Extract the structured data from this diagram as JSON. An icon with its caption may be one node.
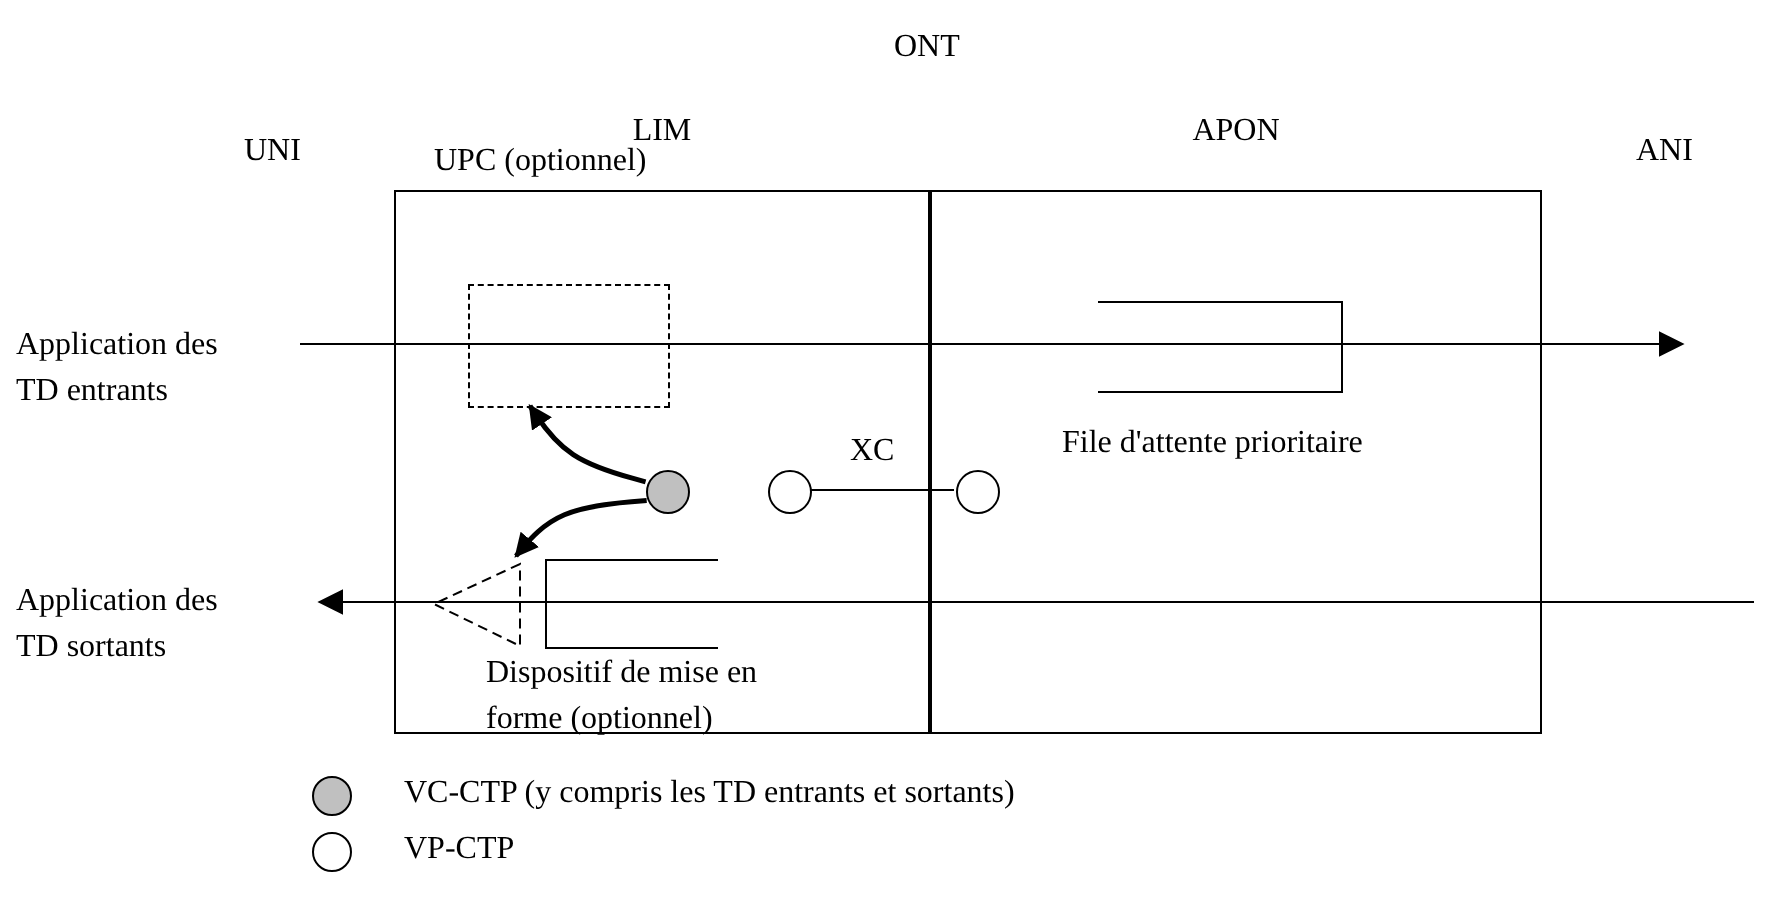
{
  "diagram": {
    "title": "ONT",
    "nodes": [
      {
        "text": [
          "LIM"
        ]
      },
      {
        "text": [
          "APON"
        ]
      },
      {
        "text": [
          "UPC (optionnel)"
        ],
        "in": 0
      },
      {
        "text": [],
        "shape": "circle",
        "in": 0
      },
      {
        "text": [],
        "shape": "circle",
        "in": 0
      },
      {
        "text": [],
        "shape": "circle",
        "in": 1
      },
      {
        "text": [
          "Dispositif de mise en forme (optionnel)"
        ],
        "in": 0
      },
      {
        "text": [
          "File d'attente prioritaire"
        ],
        "in": 1
      },
      {
        "text": [
          "Application des TD entrants"
        ]
      },
      {
        "text": [
          "Application des TD sortants"
        ]
      }
    ],
    "edges": [
      {
        "from": 8,
        "to": null,
        "arrow": "to"
      },
      {
        "from": null,
        "to": 9,
        "arrow": "to"
      },
      {
        "from": 3,
        "to": 2,
        "arrow": "to",
        "style": "thick"
      },
      {
        "from": 3,
        "to": 6,
        "arrow": "to",
        "style": "thick"
      },
      {
        "from": 4,
        "to": 5,
        "arrow": "none",
        "label": "XC"
      }
    ],
    "labels": [
      "UNI",
      "ANI"
    ],
    "legend": [
      {
        "text": "VC-CTP (y compris les TD entrants et sortants)",
        "color": "#c0c0c0"
      },
      {
        "text": "VP-CTP",
        "color": "#ffffff"
      }
    ]
  }
}
